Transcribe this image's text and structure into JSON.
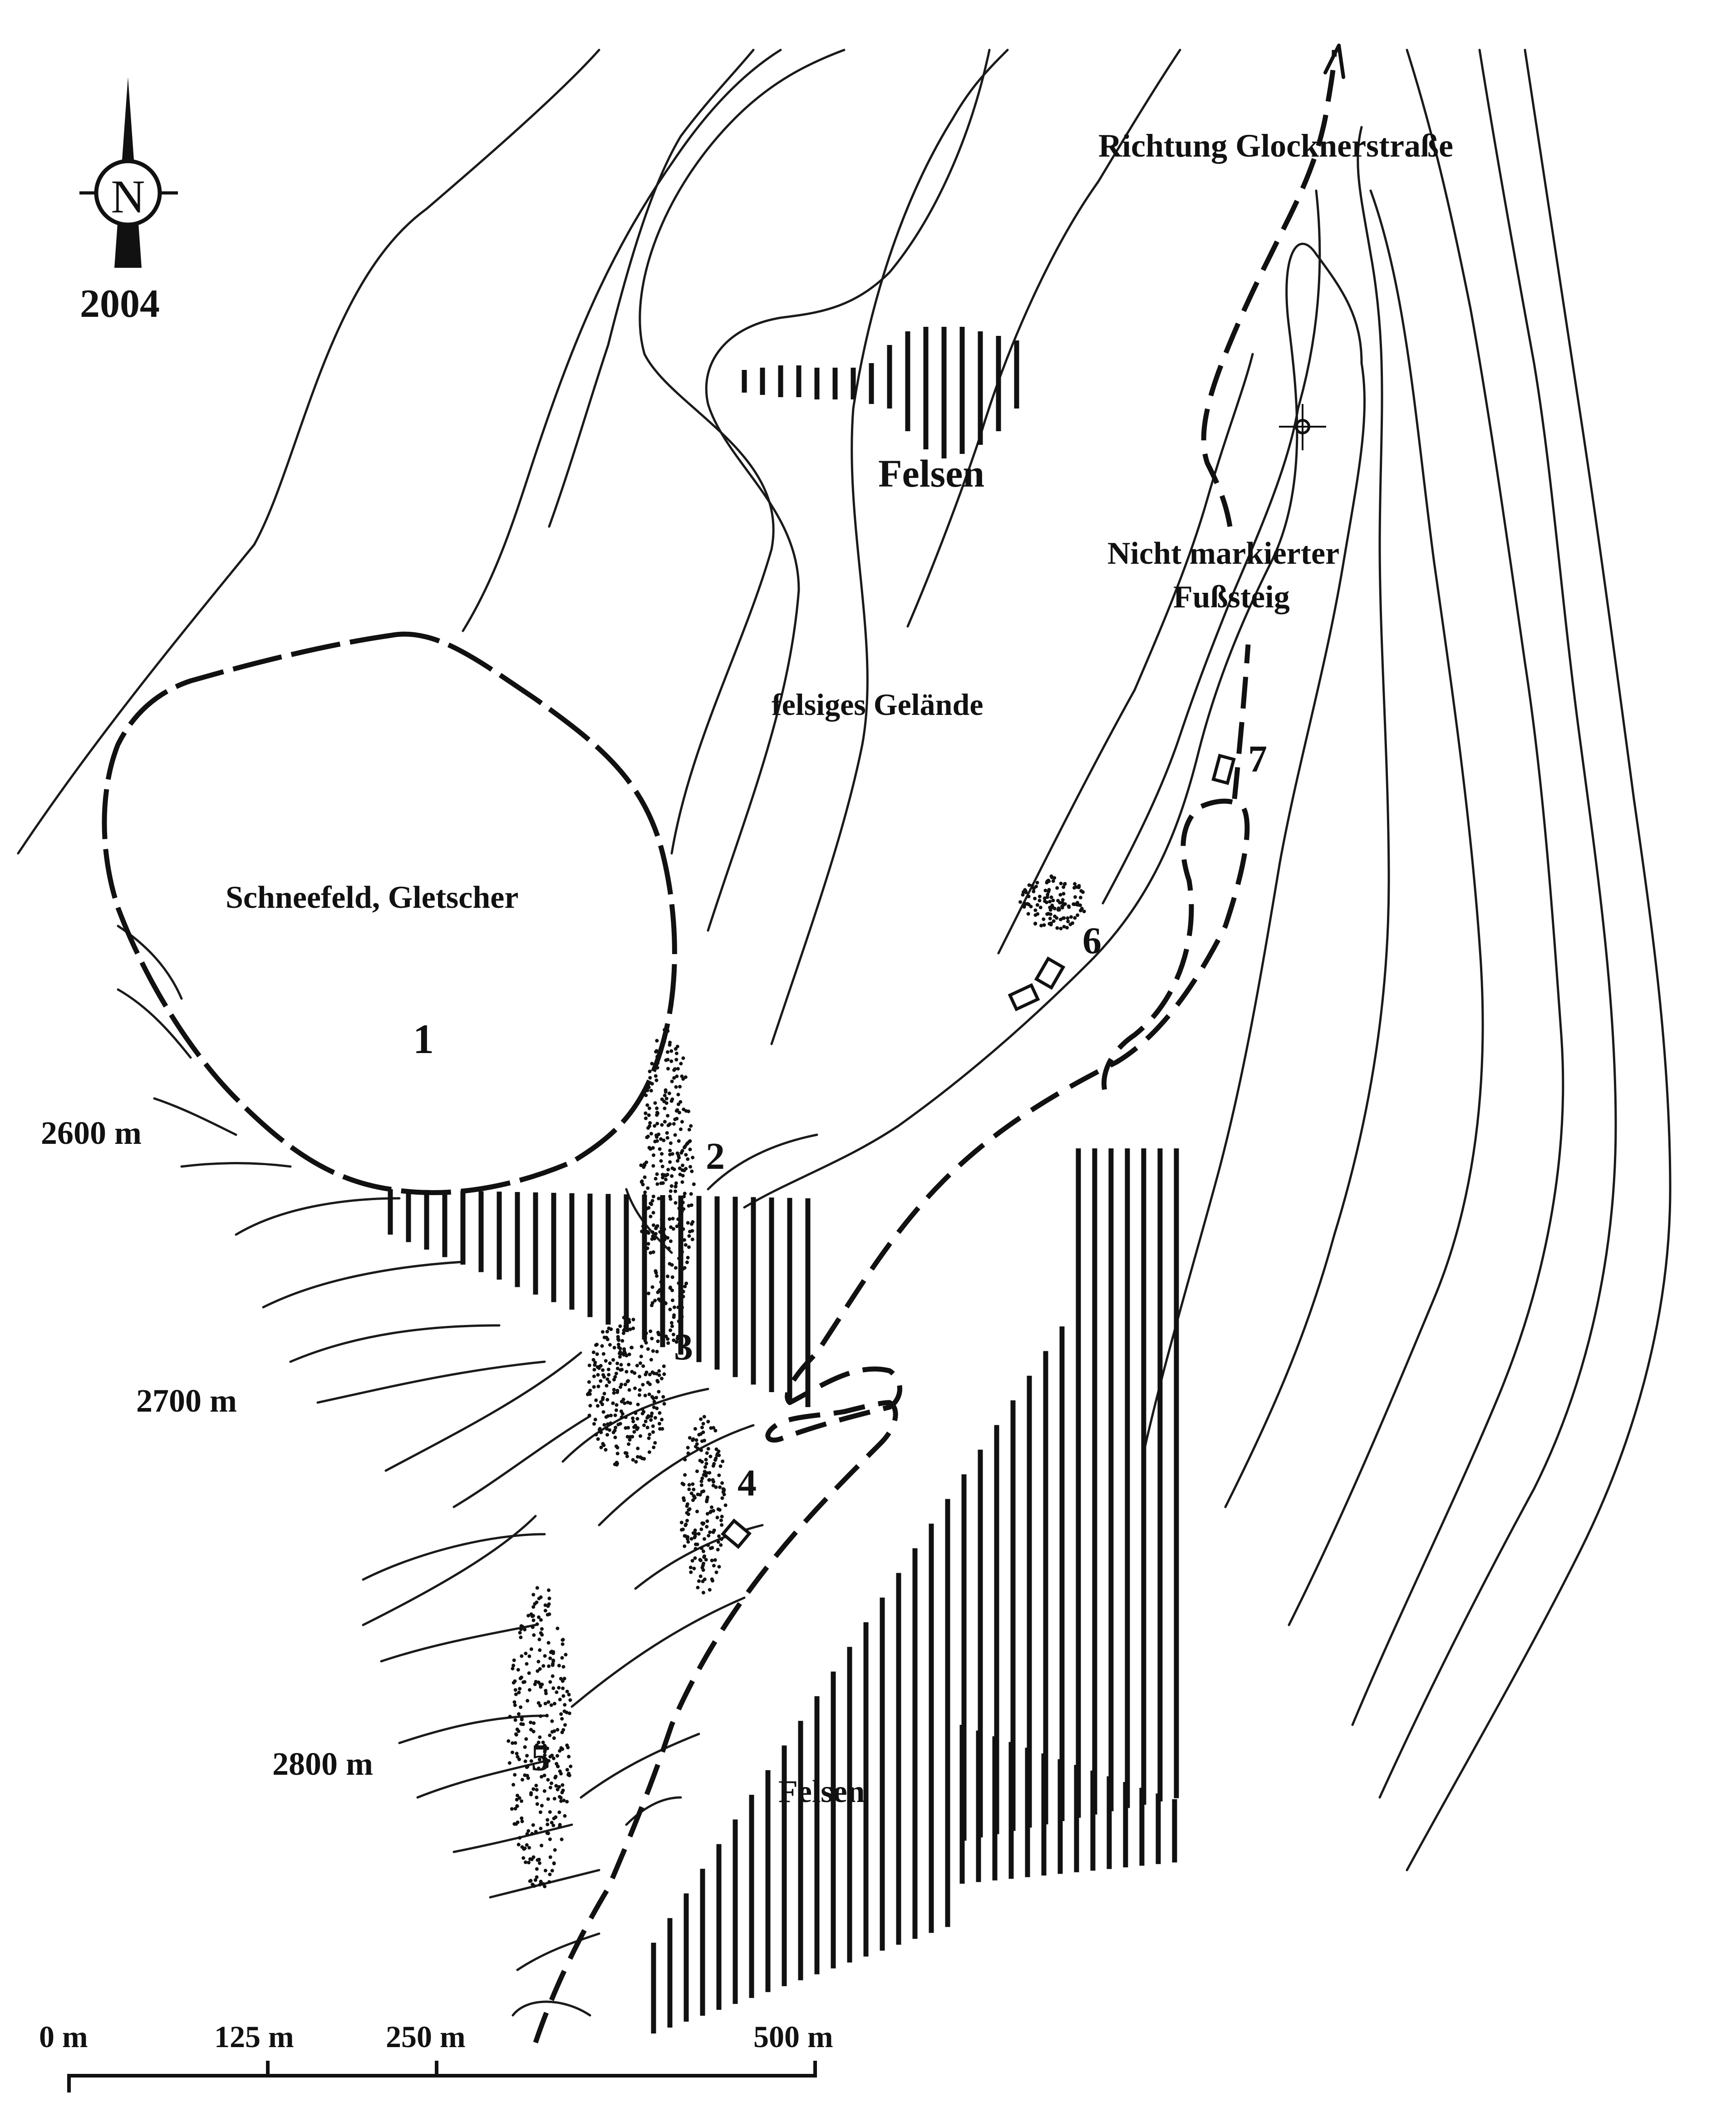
{
  "compass": {
    "letter": "N",
    "year": "2004"
  },
  "labels": {
    "direction": "Richtung Glocknerstraße",
    "rocks_top": "Felsen",
    "trail_line1": "Nicht markierter",
    "trail_line2": "Fußsteig",
    "rocky_terrain": "felsiges Gelände",
    "snowfield": "Schneefeld, Gletscher",
    "rocks_bottom": "Felsen"
  },
  "sites": [
    "1",
    "2",
    "3",
    "4",
    "5",
    "6",
    "7"
  ],
  "elevations": [
    "2600 m",
    "2700 m",
    "2800 m"
  ],
  "scale_bar": {
    "ticks": [
      "0 m",
      "125 m",
      "250 m",
      "500 m"
    ]
  }
}
